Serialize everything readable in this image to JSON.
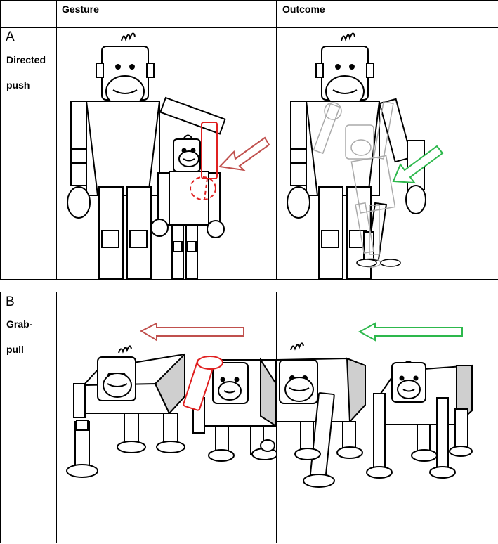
{
  "header": {
    "col1": "",
    "col2": "Gesture",
    "col3": "Outcome"
  },
  "rows": [
    {
      "letter": "A",
      "label_line1": "Directed",
      "label_line2": "push"
    },
    {
      "letter": "B",
      "label_line1": "Grab-",
      "label_line2": "pull"
    }
  ],
  "colors": {
    "gesture_arrow": "#c0504d",
    "outcome_arrow": "#2db84c",
    "gesture_limb": "#e02020",
    "ghost": "#aaaaaa"
  }
}
